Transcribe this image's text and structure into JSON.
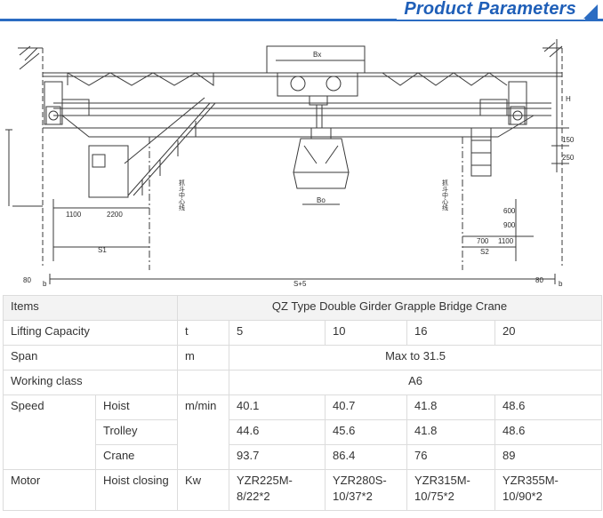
{
  "header": {
    "title": "Product Parameters"
  },
  "drawing": {
    "labels": {
      "s_plus_5": "S+5",
      "s1": "S1",
      "s2": "S2",
      "bx": "Bx",
      "bo": "Bo",
      "b_left": "b",
      "b_right": "b",
      "dim_1100_left": "1100",
      "dim_2200": "2200",
      "dim_700": "700",
      "dim_1100_right": "1100",
      "dim_600": "600",
      "dim_900": "900",
      "dim_80_left": "80",
      "dim_80_right": "80",
      "dim_150": "150",
      "dim_250": "250",
      "h_mark": "H",
      "centerline_left": "抓斗中心线",
      "centerline_right": "抓斗中心线"
    }
  },
  "table": {
    "items_label": "Items",
    "title": "QZ Type Double Girder Grapple Bridge Crane",
    "lifting_capacity": {
      "label": "Lifting Capacity",
      "unit": "t",
      "values": [
        "5",
        "10",
        "16",
        "20"
      ]
    },
    "span": {
      "label": "Span",
      "unit": "m",
      "value": "Max to 31.5"
    },
    "working_class": {
      "label": "Working class",
      "value": "A6"
    },
    "speed": {
      "label": "Speed",
      "unit": "m/min",
      "hoist": {
        "label": "Hoist",
        "values": [
          "40.1",
          "40.7",
          "41.8",
          "48.6"
        ]
      },
      "trolley": {
        "label": "Trolley",
        "values": [
          "44.6",
          "45.6",
          "41.8",
          "48.6"
        ]
      },
      "crane": {
        "label": "Crane",
        "values": [
          "93.7",
          "86.4",
          "76",
          "89"
        ]
      }
    },
    "motor": {
      "label": "Motor",
      "sub_label": "Hoist closing",
      "unit": "Kw",
      "values": [
        "YZR225M-8/22*2",
        "YZR280S-10/37*2",
        "YZR315M-10/75*2",
        "YZR355M-10/90*2"
      ]
    }
  }
}
